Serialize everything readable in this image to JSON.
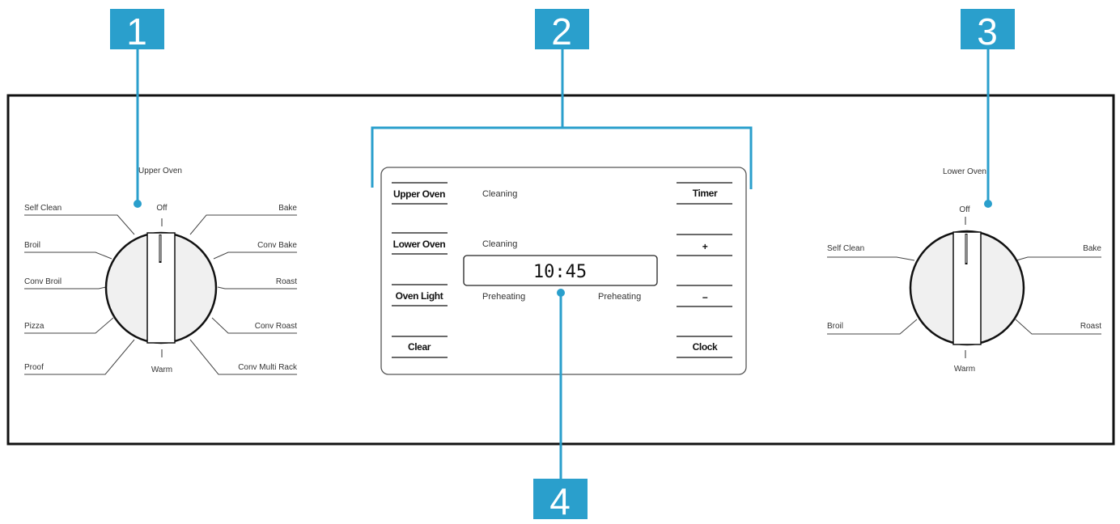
{
  "callouts": [
    "1",
    "2",
    "3",
    "4"
  ],
  "colors": {
    "accent": "#2a9fcc",
    "panel_border": "#111111",
    "knob_fill": "#f0f0f0"
  },
  "upper_knob": {
    "title": "Upper Oven",
    "top": "Off",
    "bottom": "Warm",
    "left": [
      "Self Clean",
      "Broil",
      "Conv Broil",
      "Pizza",
      "Proof"
    ],
    "right": [
      "Bake",
      "Conv Bake",
      "Roast",
      "Conv Roast",
      "Conv Multi Rack"
    ]
  },
  "lower_knob": {
    "title": "Lower Oven",
    "top": "Off",
    "bottom": "Warm",
    "left": [
      "Self Clean",
      "Broil"
    ],
    "right": [
      "Bake",
      "Roast"
    ]
  },
  "control": {
    "left_buttons": [
      "Upper Oven",
      "Lower Oven",
      "Oven Light",
      "Clear"
    ],
    "right_buttons": [
      "Timer",
      "+",
      "−",
      "Clock"
    ],
    "status_upper": "Cleaning",
    "status_lower": "Cleaning",
    "preheat_left": "Preheating",
    "preheat_right": "Preheating",
    "display_time": "10:45"
  }
}
